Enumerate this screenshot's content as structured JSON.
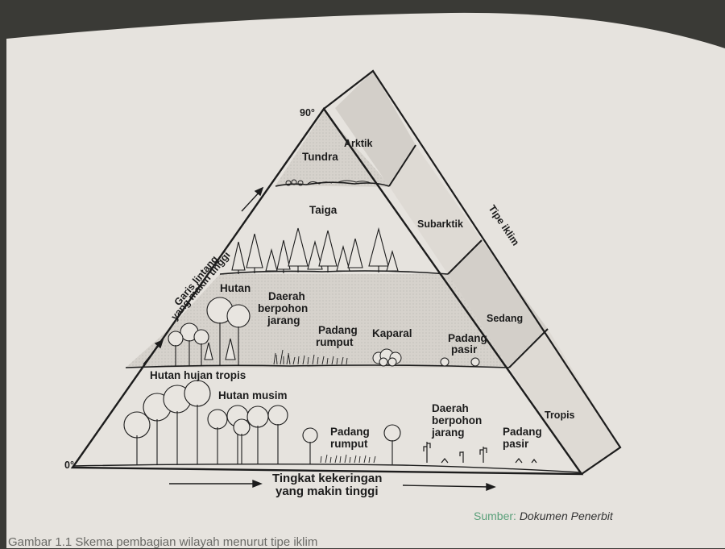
{
  "diagram": {
    "top_latitude": "90°",
    "bottom_latitude": "0°",
    "zones": {
      "tundra": "Tundra",
      "taiga": "Taiga",
      "hutan": "Hutan",
      "daerah_berpohon_jarang_1": [
        "Daerah",
        "berpohon",
        "jarang"
      ],
      "padang_rumput_1": [
        "Padang",
        "rumput"
      ],
      "kaparal": "Kaparal",
      "padang_pasir_1": [
        "Padang",
        "pasir"
      ],
      "hutan_hujan_tropis": "Hutan hujan tropis",
      "hutan_musim": "Hutan musim",
      "padang_rumput_2": [
        "Padang",
        "rumput"
      ],
      "daerah_berpohon_jarang_2": [
        "Daerah",
        "berpohon",
        "jarang"
      ],
      "padang_pasir_2": [
        "Padang",
        "pasir"
      ]
    },
    "climate_types": {
      "title": "Tipe iklim",
      "arktik": "Arktik",
      "subarktik": "Subarktik",
      "sedang": "Sedang",
      "tropis": "Tropis"
    },
    "left_axis": [
      "Garis lintang",
      "yang makin tinggi"
    ],
    "bottom_axis": [
      "Tingkat kekeringan",
      "yang makin tinggi"
    ]
  },
  "source": {
    "label": "Sumber:",
    "value": "Dokumen Penerbit"
  },
  "caption": "Gambar 1.1 Skema pembagian wilayah menurut tipe iklim",
  "colors": {
    "paper": "#e6e3de",
    "band_shade": "#cfcbc5",
    "ink": "#1c1c1c",
    "source_label": "#5aa07a"
  }
}
